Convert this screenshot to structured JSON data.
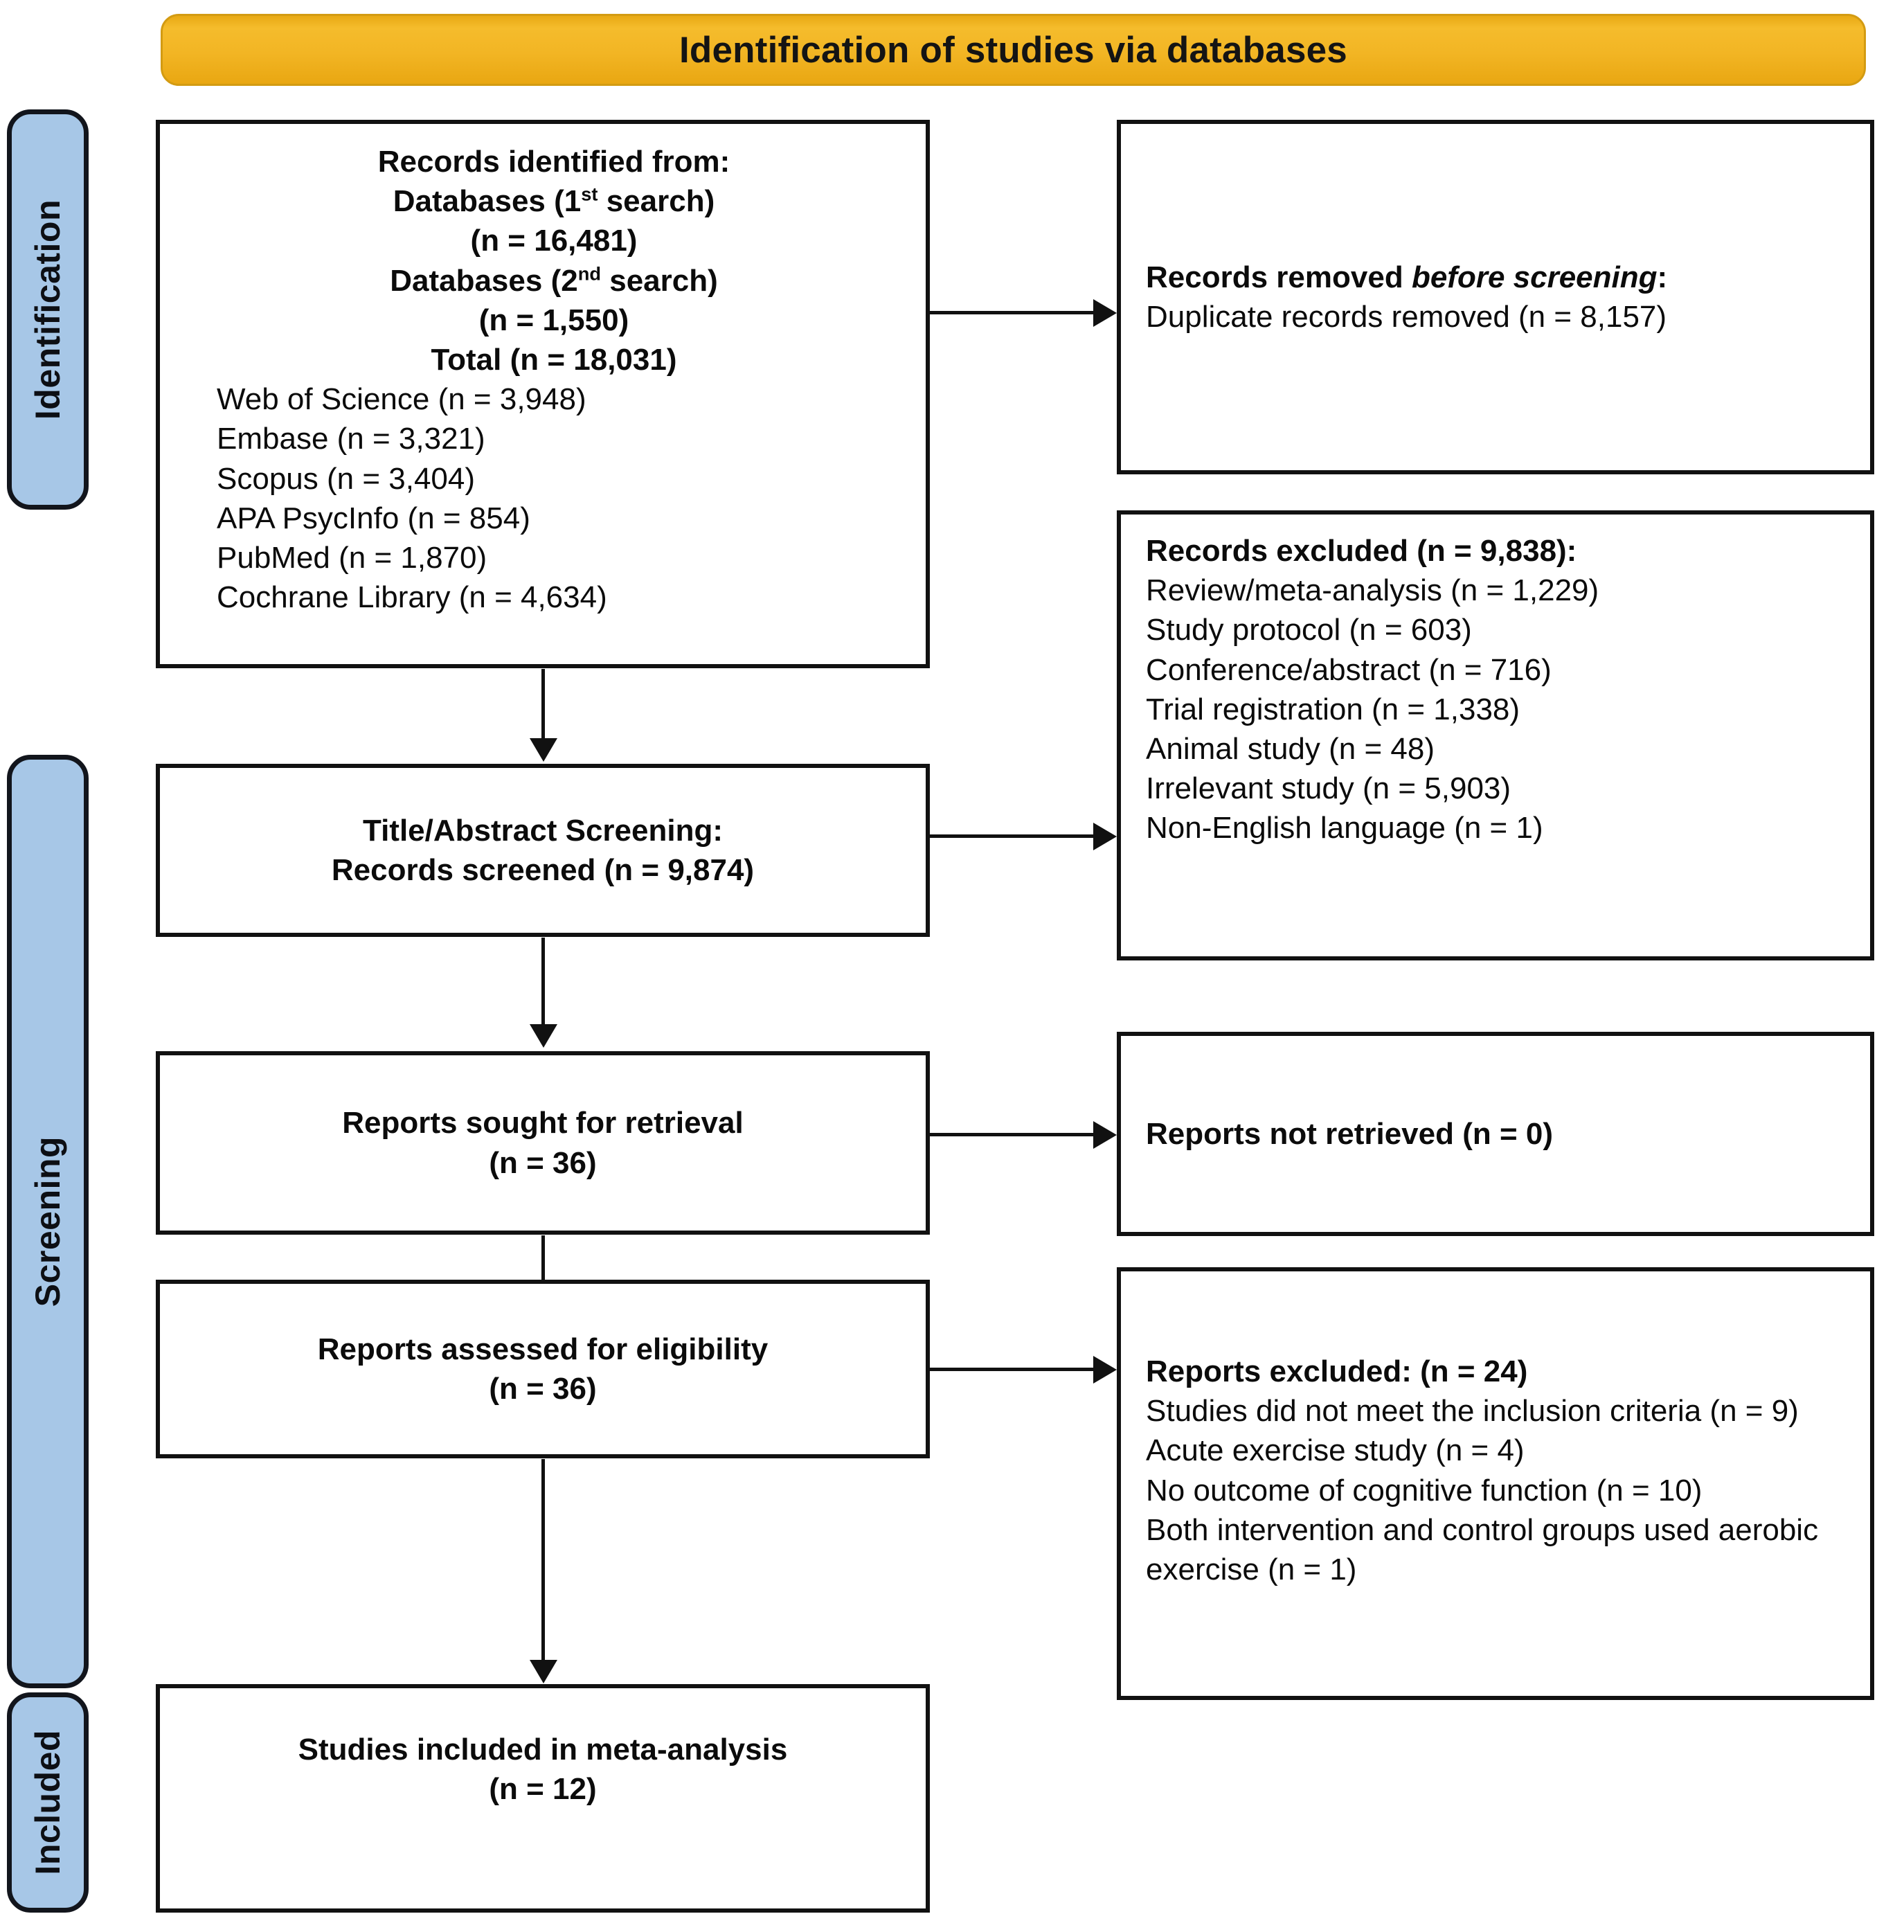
{
  "header": {
    "title": "Identification of studies via databases",
    "color": "#f2b524"
  },
  "stages": [
    {
      "label": "Identification"
    },
    {
      "label": "Screening"
    },
    {
      "label": "Included"
    }
  ],
  "boxes": {
    "identified": {
      "name": "records-identified-box",
      "lines": [
        {
          "text": "Records identified from:",
          "bold": true,
          "align": "center"
        },
        {
          "text": "Databases (1st search)",
          "bold": true,
          "align": "center",
          "sup": "st",
          "sup_base": "Databases (1",
          "sup_tail": " search)"
        },
        {
          "text": "(n = 16,481)",
          "bold": true,
          "align": "center"
        },
        {
          "text": "Databases (2nd search)",
          "bold": true,
          "align": "center",
          "sup": "nd",
          "sup_base": "Databases (2",
          "sup_tail": " search)"
        },
        {
          "text": "(n = 1,550)",
          "bold": true,
          "align": "center"
        },
        {
          "text": "Total (n = 18,031)",
          "bold": true,
          "align": "center"
        },
        {
          "text": "Web of Science (n = 3,948)",
          "bold": false,
          "align": "left"
        },
        {
          "text": "Embase (n = 3,321)",
          "bold": false,
          "align": "left"
        },
        {
          "text": "Scopus (n = 3,404)",
          "bold": false,
          "align": "left"
        },
        {
          "text": "APA PsycInfo (n = 854)",
          "bold": false,
          "align": "left"
        },
        {
          "text": "PubMed (n = 1,870)",
          "bold": false,
          "align": "left"
        },
        {
          "text": "Cochrane Library (n = 4,634)",
          "bold": false,
          "align": "left"
        }
      ]
    },
    "removed_before": {
      "name": "records-removed-before-screening-box",
      "heading_pre": "Records removed ",
      "heading_em": "before screening",
      "heading_post": ":",
      "lines": [
        {
          "text": "Duplicate records removed (n = 8,157)",
          "bold": false,
          "align": "left"
        }
      ]
    },
    "screened": {
      "name": "records-screened-box",
      "lines": [
        {
          "text": "Title/Abstract Screening:",
          "bold": true,
          "align": "center"
        },
        {
          "text": "Records screened (n = 9,874)",
          "bold": true,
          "align": "center"
        }
      ]
    },
    "records_excluded": {
      "name": "records-excluded-box",
      "lines": [
        {
          "text": "Records excluded (n = 9,838):",
          "bold": true,
          "align": "left"
        },
        {
          "text": "Review/meta-analysis (n = 1,229)",
          "bold": false,
          "align": "left"
        },
        {
          "text": "Study protocol (n = 603)",
          "bold": false,
          "align": "left"
        },
        {
          "text": "Conference/abstract (n = 716)",
          "bold": false,
          "align": "left"
        },
        {
          "text": "Trial registration (n = 1,338)",
          "bold": false,
          "align": "left"
        },
        {
          "text": "Animal study (n = 48)",
          "bold": false,
          "align": "left"
        },
        {
          "text": "Irrelevant study (n = 5,903)",
          "bold": false,
          "align": "left"
        },
        {
          "text": "Non-English language (n = 1)",
          "bold": false,
          "align": "left"
        }
      ]
    },
    "sought": {
      "name": "reports-sought-for-retrieval-box",
      "lines": [
        {
          "text": "Reports sought for retrieval",
          "bold": true,
          "align": "center"
        },
        {
          "text": "(n = 36)",
          "bold": true,
          "align": "center"
        }
      ]
    },
    "not_retrieved": {
      "name": "reports-not-retrieved-box",
      "lines": [
        {
          "text": "Reports not retrieved (n = 0)",
          "bold": true,
          "align": "left"
        }
      ]
    },
    "assessed": {
      "name": "reports-assessed-for-eligibility-box",
      "lines": [
        {
          "text": "Reports assessed for eligibility",
          "bold": true,
          "align": "center"
        },
        {
          "text": "(n = 36)",
          "bold": true,
          "align": "center"
        }
      ]
    },
    "reports_excluded": {
      "name": "reports-excluded-box",
      "lines": [
        {
          "text": "Reports excluded: (n = 24)",
          "bold": true,
          "align": "left"
        },
        {
          "text": "Studies did not meet the inclusion criteria (n = 9)",
          "bold": false,
          "align": "left"
        },
        {
          "text": "Acute exercise study (n = 4)",
          "bold": false,
          "align": "left"
        },
        {
          "text": "No outcome of cognitive function (n = 10)",
          "bold": false,
          "align": "left"
        },
        {
          "text": "Both intervention and control groups used aerobic exercise (n = 1)",
          "bold": false,
          "align": "left"
        }
      ]
    },
    "included": {
      "name": "studies-included-box",
      "lines": [
        {
          "text": "Studies included in meta-analysis",
          "bold": true,
          "align": "center"
        },
        {
          "text": "(n = 12)",
          "bold": true,
          "align": "center"
        }
      ]
    }
  }
}
